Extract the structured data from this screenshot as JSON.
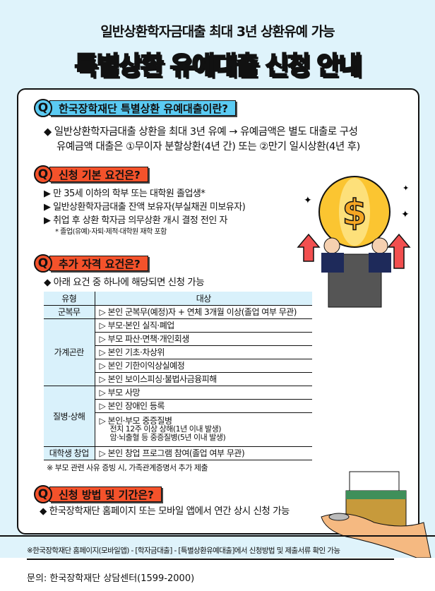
{
  "header": {
    "subtitle": "일반상환학자금대출 최대 3년 상환유예 가능",
    "title_red": "특별상환 유예대출",
    "title_blue": "신청 안내"
  },
  "q_mark": "Q",
  "sections": [
    {
      "question": "한국장학재단 특별상환 유예대출이란?",
      "lines": [
        "◆ 일반상환학자금대출 상환을 최대 3년 유예 → 유예금액은 별도 대출로 구성",
        "유예금액 대출은 ①무이자 분할상환(4년 간) 또는 ②만기 일시상환(4년 후)"
      ]
    },
    {
      "question": "신청 기본 요건은?",
      "lines": [
        "▶ 만 35세 이하의 학부 또는 대학원 졸업생*",
        "▶ 일반상환학자금대출 잔액 보유자(부실채권 미보유자)",
        "▶ 취업 후 상환 학자금 의무상환 개시 결정 전인 자"
      ],
      "note": "* 졸업(유예)·자퇴·제적·대학원 재학 포함"
    },
    {
      "question": "추가 자격 요건은?",
      "lines": [
        "◆ 아래 요건 중 하나에 해당되면 신청 가능"
      ],
      "note": "※ 부모 관련 사유 증빙 시, 가족관계증명서 추가 제출"
    },
    {
      "question": "신청 방법 및 기간은?",
      "lines": [
        "◆ 한국장학재단 홈페이지 또는 모바일 앱에서 연간 상시 신청 가능"
      ]
    }
  ],
  "table": {
    "headers": [
      "유형",
      "대상"
    ],
    "groups": [
      {
        "type": "군복무",
        "items": [
          "▷ 본인 군복무(예정)자 + 연체 3개월 이상(졸업 여부 무관)"
        ]
      },
      {
        "type": "가계곤란",
        "items": [
          "▷ 부모·본인 실직·폐업",
          "▷ 부모 파산·면책·개인회생",
          "▷ 본인 기초·차상위",
          "▷ 본인 기한이익상실예정",
          "▷ 본인 보이스피싱·불법사금융피해"
        ]
      },
      {
        "type": "질병·상해",
        "items": [
          "▷ 부모 사망",
          "▷ 본인 장애인 등록",
          "▷ 본인·부모 중증질병"
        ],
        "sub": [
          "전치 12주 이상 상해(1년 이내 발생)",
          "암·뇌출혈 등 중증질병(5년 이내 발생)"
        ]
      },
      {
        "type": "대학생 창업",
        "items": [
          "▷ 본인 창업 프로그램 참여(졸업 여부 무관)"
        ]
      }
    ]
  },
  "footer": {
    "note": "※한국장학재단 홈페이지(모바일앱) - [학자금대출] - [특별상환유예대출]에서 신청방법 및 제출서류 확인 가능",
    "contact": "문의: 한국장학재단 상담센터(1599-2000)"
  },
  "illustration": {
    "balloon_symbol": "$"
  },
  "colors": {
    "red": "#f4522b",
    "blue": "#5bcbf3",
    "bg": "#dff3fb"
  }
}
